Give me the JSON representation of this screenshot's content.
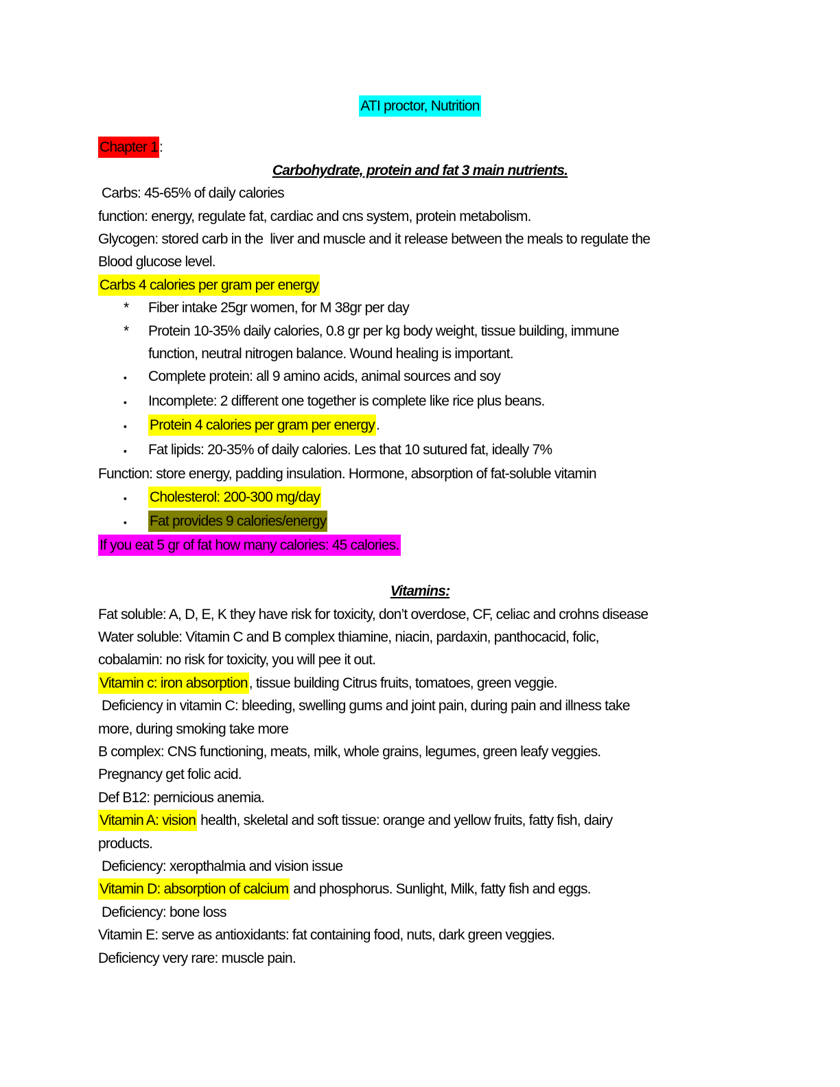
{
  "document": {
    "highlight_colors": {
      "cyan": "#00ffff",
      "red": "#ff0000",
      "yellow": "#ffff00",
      "olive": "#7f7f00",
      "magenta": "#ff00ff"
    },
    "title": "ATI proctor, Nutrition",
    "lines": [
      {
        "align": "center",
        "style": "title",
        "segments": [
          {
            "text": "ATI proctor, Nutrition",
            "highlight": "cyan"
          }
        ]
      },
      {
        "segments": [
          {
            "text": "Chapter 1",
            "highlight": "red"
          },
          {
            "text": ":"
          }
        ]
      },
      {
        "align": "center",
        "style": "heading",
        "segments": [
          {
            "text": "Carbohydrate, protein and fat 3 main nutrients."
          }
        ]
      },
      {
        "segments": [
          {
            "text": " Carbs: 45-65% of daily calories"
          }
        ]
      },
      {
        "segments": [
          {
            "text": "function: energy, regulate fat, cardiac and cns system, protein metabolism."
          }
        ]
      },
      {
        "segments": [
          {
            "text": "Glycogen: stored carb in the  liver and muscle and it release between the meals to regulate the"
          }
        ]
      },
      {
        "segments": [
          {
            "text": "Blood glucose level."
          }
        ]
      },
      {
        "segments": [
          {
            "text": "Carbs 4 calories per gram per energy",
            "highlight": "yellow"
          }
        ]
      },
      {
        "marker": "*",
        "segments": [
          {
            "text": "Fiber intake 25gr women, for M 38gr per day"
          }
        ]
      },
      {
        "marker": "*",
        "segments": [
          {
            "text": "Protein 10-35% daily calories, 0.8 gr per kg body weight, tissue building, immune"
          }
        ]
      },
      {
        "indent": "text",
        "segments": [
          {
            "text": "function, neutral nitrogen balance. Wound healing is important."
          }
        ]
      },
      {
        "marker": "sq",
        "segments": [
          {
            "text": "Complete protein: all 9 amino acids, animal sources and soy"
          }
        ]
      },
      {
        "marker": "sq",
        "segments": [
          {
            "text": "Incomplete: 2 different one together is complete like rice plus beans."
          }
        ]
      },
      {
        "marker": "sq",
        "segments": [
          {
            "text": "Protein 4 calories per gram per energy",
            "highlight": "yellow"
          },
          {
            "text": "."
          }
        ]
      },
      {
        "marker": "sq",
        "segments": [
          {
            "text": "Fat lipids: 20-35% of daily calories. Les that 10 sutured fat, ideally 7%"
          }
        ]
      },
      {
        "segments": [
          {
            "text": "Function: store energy, padding insulation. Hormone, absorption of fat-soluble vitamin"
          }
        ]
      },
      {
        "marker": "sq",
        "segments": [
          {
            "text": "Cholesterol: 200-300 mg/day",
            "highlight": "yellow"
          }
        ]
      },
      {
        "marker": "sq",
        "segments": [
          {
            "text": "Fat provides 9 calories/energy",
            "highlight": "olive"
          }
        ]
      },
      {
        "segments": [
          {
            "text": "If you eat 5 gr of fat how many calories: 45 calories.",
            "highlight": "magenta"
          }
        ]
      },
      {
        "blank": true
      },
      {
        "align": "center",
        "style": "heading",
        "segments": [
          {
            "text": "Vitamins:"
          }
        ]
      },
      {
        "segments": [
          {
            "text": "Fat soluble: A, D, E, K they have risk for toxicity, don’t overdose, CF, celiac and crohns disease"
          }
        ]
      },
      {
        "segments": [
          {
            "text": "Water soluble: Vitamin C and B complex thiamine, niacin, pardaxin, panthocacid, folic,"
          }
        ]
      },
      {
        "segments": [
          {
            "text": "cobalamin: no risk for toxicity, you will pee it out."
          }
        ]
      },
      {
        "segments": [
          {
            "text": "Vitamin c: iron absorption",
            "highlight": "yellow"
          },
          {
            "text": ", tissue building Citrus fruits, tomatoes, green veggie."
          }
        ]
      },
      {
        "segments": [
          {
            "text": " Deficiency in vitamin C: bleeding, swelling gums and joint pain, during pain and illness take"
          }
        ]
      },
      {
        "segments": [
          {
            "text": "more, during smoking take more"
          }
        ]
      },
      {
        "segments": [
          {
            "text": "B complex: CNS functioning, meats, milk, whole grains, legumes, green leafy veggies."
          }
        ]
      },
      {
        "segments": [
          {
            "text": "Pregnancy get folic acid."
          }
        ]
      },
      {
        "segments": [
          {
            "text": "Def B12: pernicious anemia."
          }
        ]
      },
      {
        "segments": [
          {
            "text": "Vitamin A: vision",
            "highlight": "yellow"
          },
          {
            "text": " health, skeletal and soft tissue: orange and yellow fruits, fatty fish, dairy"
          }
        ]
      },
      {
        "segments": [
          {
            "text": "products."
          }
        ]
      },
      {
        "segments": [
          {
            "text": " Deficiency: xeropthalmia and vision issue"
          }
        ]
      },
      {
        "segments": [
          {
            "text": "Vitamin D: absorption of calcium",
            "highlight": "yellow"
          },
          {
            "text": " and phosphorus. Sunlight, Milk, fatty fish and eggs."
          }
        ]
      },
      {
        "segments": [
          {
            "text": " Deficiency: bone loss"
          }
        ]
      },
      {
        "segments": [
          {
            "text": "Vitamin E: serve as antioxidants: fat containing food, nuts, dark green veggies."
          }
        ]
      },
      {
        "segments": [
          {
            "text": "Deficiency very rare: muscle pain."
          }
        ]
      }
    ]
  }
}
